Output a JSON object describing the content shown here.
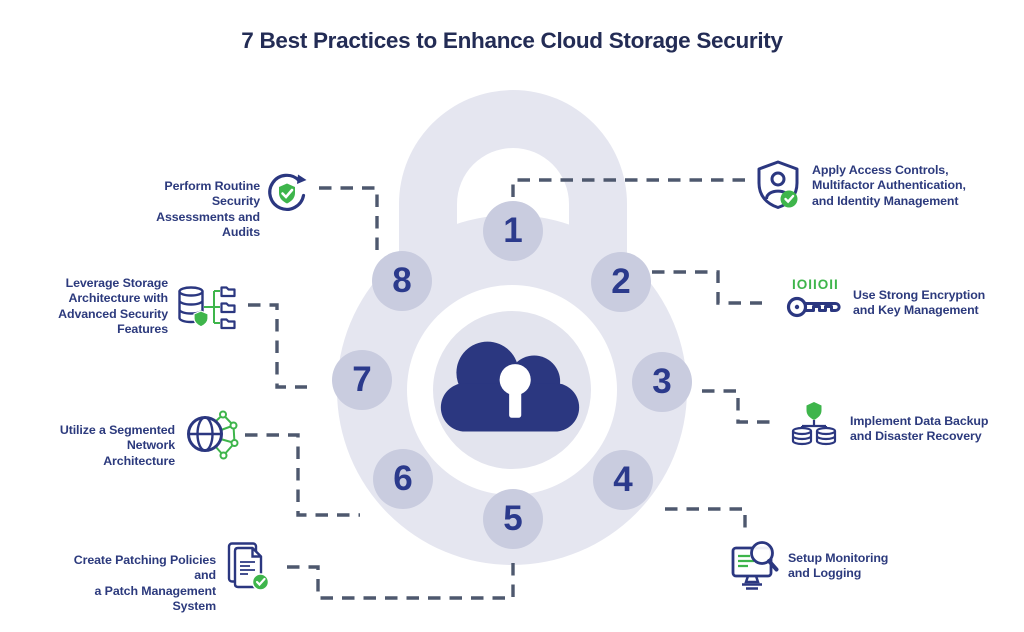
{
  "title": "7 Best Practices to Enhance Cloud Storage Security",
  "colors": {
    "navy": "#2b3780",
    "title_navy": "#232c55",
    "label_navy": "#2c3a7d",
    "green": "#3eb54b",
    "lock_fill": "#e5e6f0",
    "inner_fill": "#e3e4ee",
    "badge_fill": "#c9ccdf",
    "badge_number": "#2b3a8c",
    "dash_line": "#4e586e",
    "background": "#ffffff"
  },
  "badges": [
    {
      "num": "1"
    },
    {
      "num": "2"
    },
    {
      "num": "3"
    },
    {
      "num": "4"
    },
    {
      "num": "5"
    },
    {
      "num": "6"
    },
    {
      "num": "7"
    },
    {
      "num": "8"
    }
  ],
  "items": {
    "access": {
      "badge": "1",
      "icon": "shield-user-check-icon",
      "label": "Apply Access Controls,\nMultifactor Authentication,\nand Identity Management"
    },
    "encryption": {
      "badge": "2",
      "icon": "binary-key-icon",
      "binary": "IOIIOII",
      "label": "Use Strong Encryption\nand Key Management"
    },
    "backup": {
      "badge": "3",
      "icon": "database-backup-icon",
      "label": "Implement Data Backup\nand Disaster Recovery"
    },
    "monitoring": {
      "badge": "4",
      "icon": "monitor-magnifier-icon",
      "label": "Setup Monitoring\nand Logging"
    },
    "patching": {
      "badge": "5",
      "icon": "document-check-icon",
      "label": "Create Patching Policies and\na Patch Management System"
    },
    "network": {
      "badge": "6",
      "icon": "globe-network-icon",
      "label": "Utilize a Segmented\nNetwork Architecture"
    },
    "storage": {
      "badge": "7",
      "icon": "database-tree-icon",
      "label": "Leverage Storage\nArchitecture with\nAdvanced Security\nFeatures"
    },
    "assessments": {
      "badge": "8",
      "icon": "refresh-shield-check-icon",
      "label": "Perform Routine Security\nAssessments and Audits"
    }
  }
}
